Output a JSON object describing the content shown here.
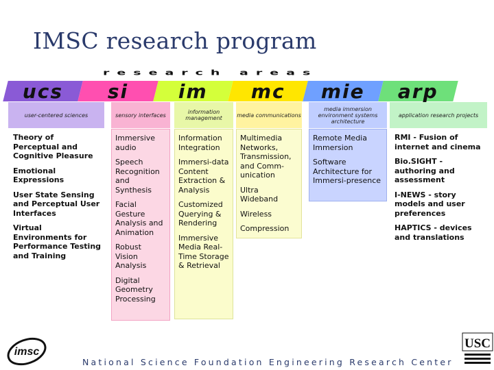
{
  "title": "IMSC research program",
  "banner": "research areas",
  "areas": [
    {
      "abbr": "ucs",
      "caption": "user-centered sciences",
      "color": "#8a5ad6",
      "colbg": "#ffffff",
      "items": [
        "Theory of Perceptual and Cognitive Pleasure",
        "Emotional Expressions",
        "User State Sensing and Perceptual User Interfaces",
        "Virtual Environments for Performance Testing and Training"
      ]
    },
    {
      "abbr": "si",
      "caption": "sensory interfaces",
      "color": "#ff4fb0",
      "colbg": "#fcd7e4",
      "items": [
        "Immersive audio",
        "Speech Recognition and Synthesis",
        "Facial Gesture Analysis and Animation",
        "Robust Vision Analysis",
        "Digital Geometry Processing"
      ]
    },
    {
      "abbr": "im",
      "caption": "information management",
      "color": "#d4ff3a",
      "colbg": "#fbfccc",
      "items": [
        "Information Integration",
        "Immersi-data Content Extraction & Analysis",
        "Customized Querying & Rendering",
        "Immersive Media Real-Time Storage & Retrieval"
      ]
    },
    {
      "abbr": "mc",
      "caption": "media communications",
      "color": "#ffe600",
      "colbg": "#fbfcd0",
      "items": [
        "Multimedia Networks, Transmission, and Comm-unication",
        "Ultra Wideband",
        "Wireless",
        "Compression"
      ]
    },
    {
      "abbr": "mie",
      "caption": "media immersion environment systems architecture",
      "color": "#6fa0ff",
      "colbg": "#c9d4ff",
      "items": [
        "Remote Media Immersion",
        "Software Architecture for Immersi-presence"
      ]
    },
    {
      "abbr": "arp",
      "caption": "application research projects",
      "color": "#6ee07a",
      "colbg": "#ffffff",
      "items": [
        "RMI - Fusion of internet and cinema",
        "Bio.SIGHT - authoring and assessment",
        "I-NEWS - story models and user preferences",
        "HAPTICS - devices and translations"
      ]
    }
  ],
  "footer": "National Science Foundation Engineering Research Center",
  "logos": {
    "left": "imsc",
    "right": "USC"
  }
}
